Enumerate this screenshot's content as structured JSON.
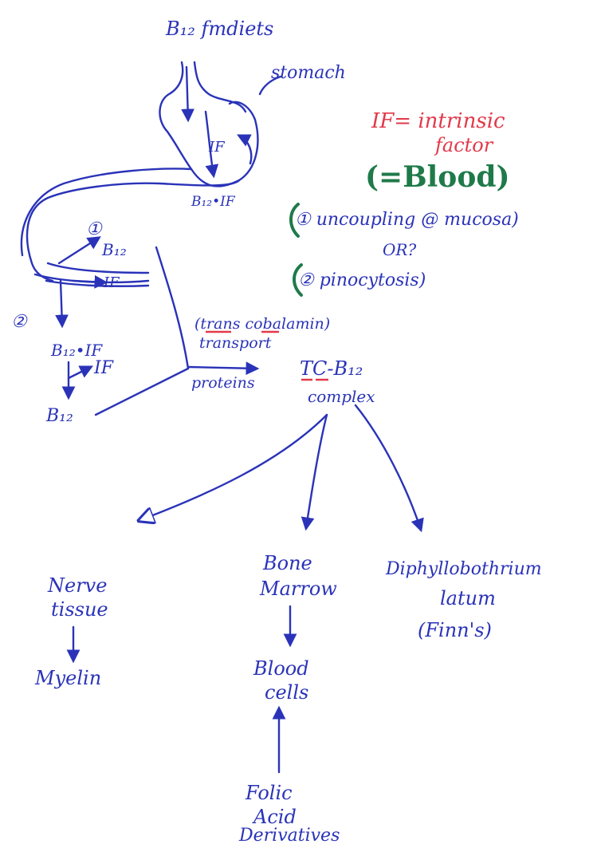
{
  "labels": {
    "b12_diet": "B₁₂ fmdiets",
    "stomach": "stomach",
    "if_top": "IF",
    "b12_if_top": "B₁₂•IF",
    "step1": "①",
    "b12_step1": "B₁₂",
    "if_right": "IF",
    "step2": "②",
    "b12_if_low": "B₁₂•IF",
    "if_low": "IF",
    "b12_low": "B₁₂",
    "trans_cobalamin": "(trans cobalamin)",
    "transport": "transport",
    "proteins": "proteins",
    "tc_b12": "TC-B₁₂",
    "complex": "complex",
    "nerve": "Nerve",
    "tissue": "tissue",
    "myelin": "Myelin",
    "bone": "Bone",
    "marrow": "Marrow",
    "blood": "Blood",
    "cells": "cells",
    "folic": "Folic",
    "acid": "Acid",
    "derivatives": "Derivatives",
    "diphyllo": "Diphyllobothrium",
    "latum": "latum",
    "finns": "(Finn's)"
  },
  "notes": {
    "if_def_1": "IF= intrinsic",
    "if_def_2": "factor",
    "blood": "(=Blood)",
    "opt1": "① uncoupling @ mucosa)",
    "or": "OR?",
    "opt2": "② pinocytosis)"
  },
  "colors": {
    "ink_blue": "#2a33b8",
    "ink_red": "#e2394a",
    "ink_green": "#1f7a4a"
  }
}
